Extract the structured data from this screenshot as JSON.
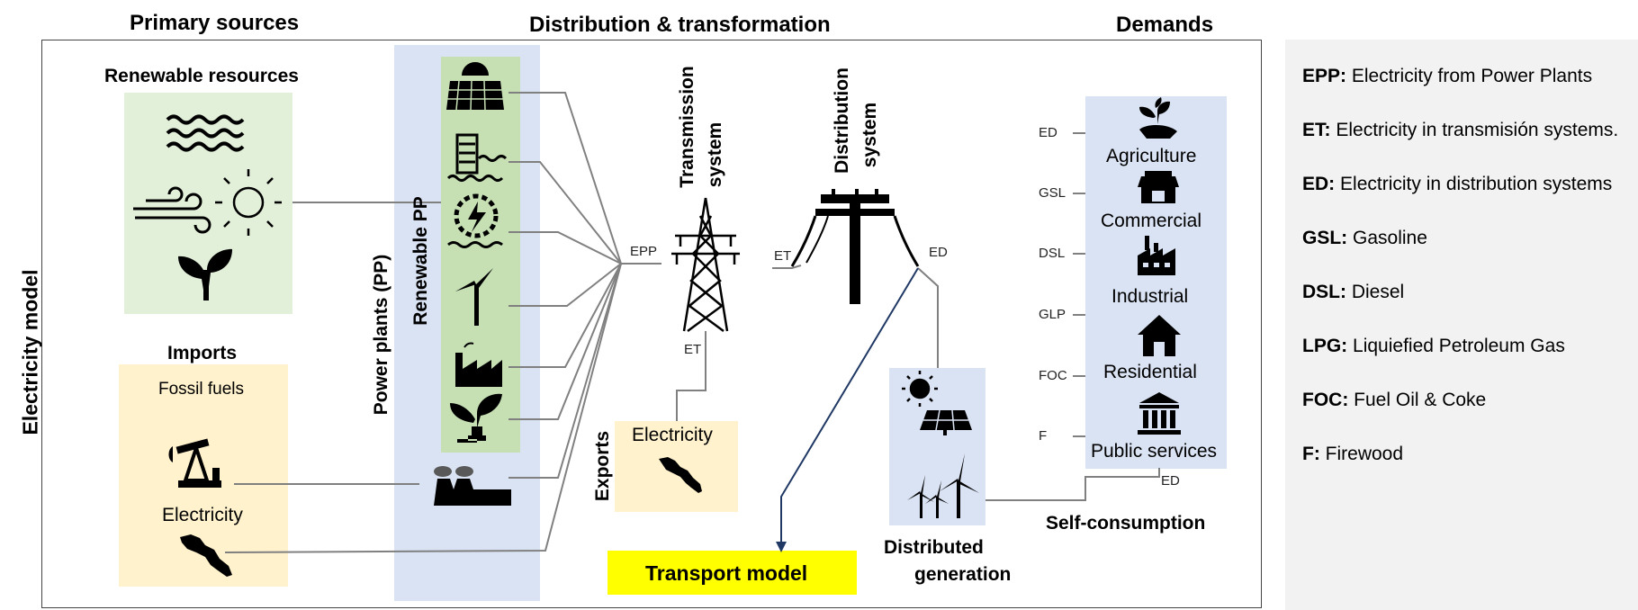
{
  "headers": {
    "primary": "Primary sources",
    "distribution": "Distribution & transformation",
    "demands": "Demands"
  },
  "side_label": "Electricity model",
  "renewable": {
    "title": "Renewable resources"
  },
  "imports": {
    "title": "Imports",
    "fossil": "Fossil fuels",
    "electricity": "Electricity"
  },
  "power_plants": {
    "label": "Power plants (PP)",
    "renewable_label": "Renewable PP"
  },
  "transmission": {
    "line1": "Transmission",
    "line2": "system"
  },
  "distribution_sys": {
    "line1": "Distribution",
    "line2": "system"
  },
  "flow_labels": {
    "epp": "EPP",
    "et_right": "ET",
    "et_down": "ET",
    "ed_pole": "ED",
    "ed_bottom": "ED"
  },
  "exports": {
    "label": "Exports",
    "electricity": "Electricity"
  },
  "transport": "Transport model",
  "distributed_generation": {
    "line1": "Distributed",
    "line2": "generation"
  },
  "self_consumption": "Self-consumption",
  "demand_inputs": [
    "ED",
    "GSL",
    "DSL",
    "GLP",
    "FOC",
    "F"
  ],
  "demand_sectors": [
    "Agriculture",
    "Commercial",
    "Industrial",
    "Residential",
    "Public services"
  ],
  "legend": [
    {
      "abbr": "EPP:",
      "text": "Electricity from Power Plants"
    },
    {
      "abbr": "ET:",
      "text": "Electricity in transmisión systems."
    },
    {
      "abbr": "ED:",
      "text": "Electricity in distribution systems"
    },
    {
      "abbr": "GSL:",
      "text": "Gasoline"
    },
    {
      "abbr": "DSL:",
      "text": "Diesel"
    },
    {
      "abbr": "LPG:",
      "text": "Liquiefied Petroleum Gas"
    },
    {
      "abbr": "FOC:",
      "text": "Fuel Oil & Coke"
    },
    {
      "abbr": "F:",
      "text": "Firewood"
    }
  ],
  "colors": {
    "green_box": "#e2efd9",
    "pp_green": "#c6e0b4",
    "blue_box": "#dae3f3",
    "yellow_box": "#fff2cc",
    "transport_yellow": "#ffff00",
    "legend_bg": "#f2f2f2",
    "line_gray": "#808080",
    "arrow_navy": "#1f3864"
  }
}
